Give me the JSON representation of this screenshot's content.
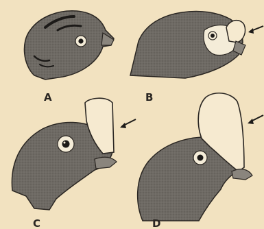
{
  "figure": {
    "background_color": "#f2e2c0",
    "head_fill_color": "#6e6a64",
    "outline_color": "#2a2622",
    "eye_patch_color": "#f4ecd8",
    "cere_color": "#f6ead0",
    "panels": [
      {
        "id": "A",
        "label": "A",
        "has_arrow": false,
        "cere_size": "none"
      },
      {
        "id": "B",
        "label": "B",
        "has_arrow": true,
        "cere_size": "small"
      },
      {
        "id": "C",
        "label": "C",
        "has_arrow": true,
        "cere_size": "medium"
      },
      {
        "id": "D",
        "label": "D",
        "has_arrow": true,
        "cere_size": "large"
      }
    ]
  }
}
